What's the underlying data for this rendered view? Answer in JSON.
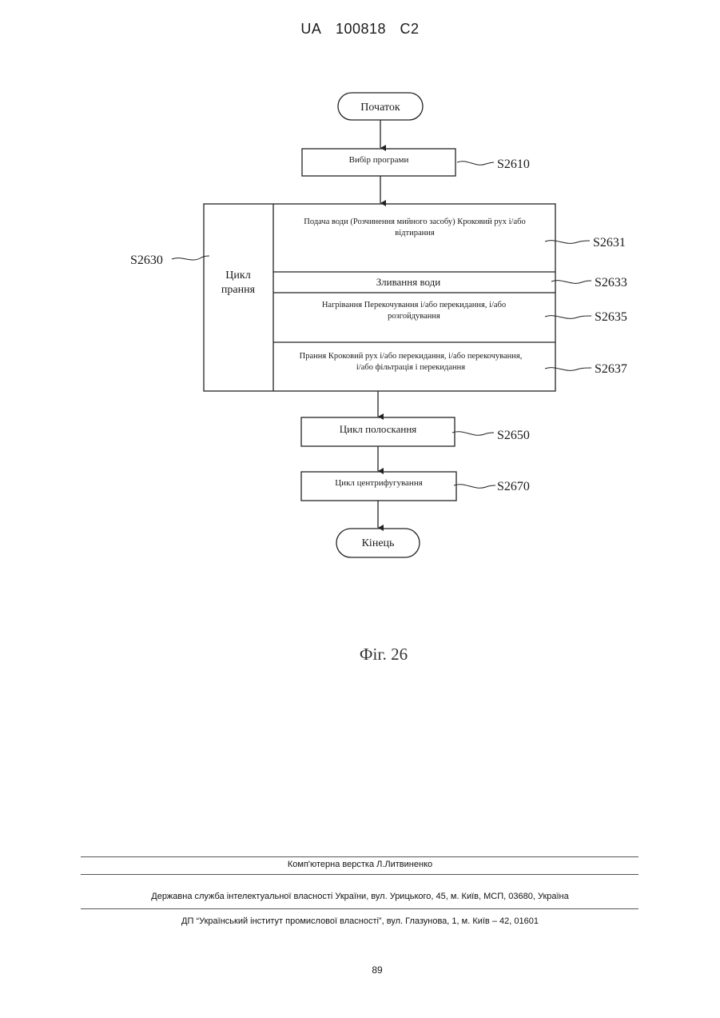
{
  "header": {
    "country": "UA",
    "number": "100818",
    "kind": "C2"
  },
  "flowchart": {
    "start": "Початок",
    "select_program": "Вибір програми",
    "select_program_ref": "S2610",
    "wash_cycle_label": "Цикл прання",
    "wash_cycle_ref": "S2630",
    "steps": [
      {
        "line1": "Подача води (Розчинення мийного засобу) Кроковий рух і/або",
        "line2": "відтирання",
        "ref": "S2631"
      },
      {
        "line1": "Зливання води",
        "line2": "",
        "ref": "S2633"
      },
      {
        "line1": "Нагрівання Перекочування і/або перекидання, і/або",
        "line2": "розгойдування",
        "ref": "S2635"
      },
      {
        "line1": "Прання Кроковий рух і/або перекидання, і/або перекочування,",
        "line2": "і/або фільтрація і перекидання",
        "ref": "S2637"
      }
    ],
    "rinse": "Цикл полоскання",
    "rinse_ref": "S2650",
    "spin": "Цикл центрифугування",
    "spin_ref": "S2670",
    "end": "Кінець"
  },
  "figure_caption": "Фіг. 26",
  "footer": {
    "layout": "Комп'ютерна верстка Л.Литвиненко",
    "agency": "Державна служба інтелектуальної власності України, вул. Урицького, 45, м. Київ, МСП, 03680, Україна",
    "institute": "ДП “Український інститут промислової власності”, вул. Глазунова, 1, м. Київ – 42, 01601"
  },
  "page_number": "89"
}
